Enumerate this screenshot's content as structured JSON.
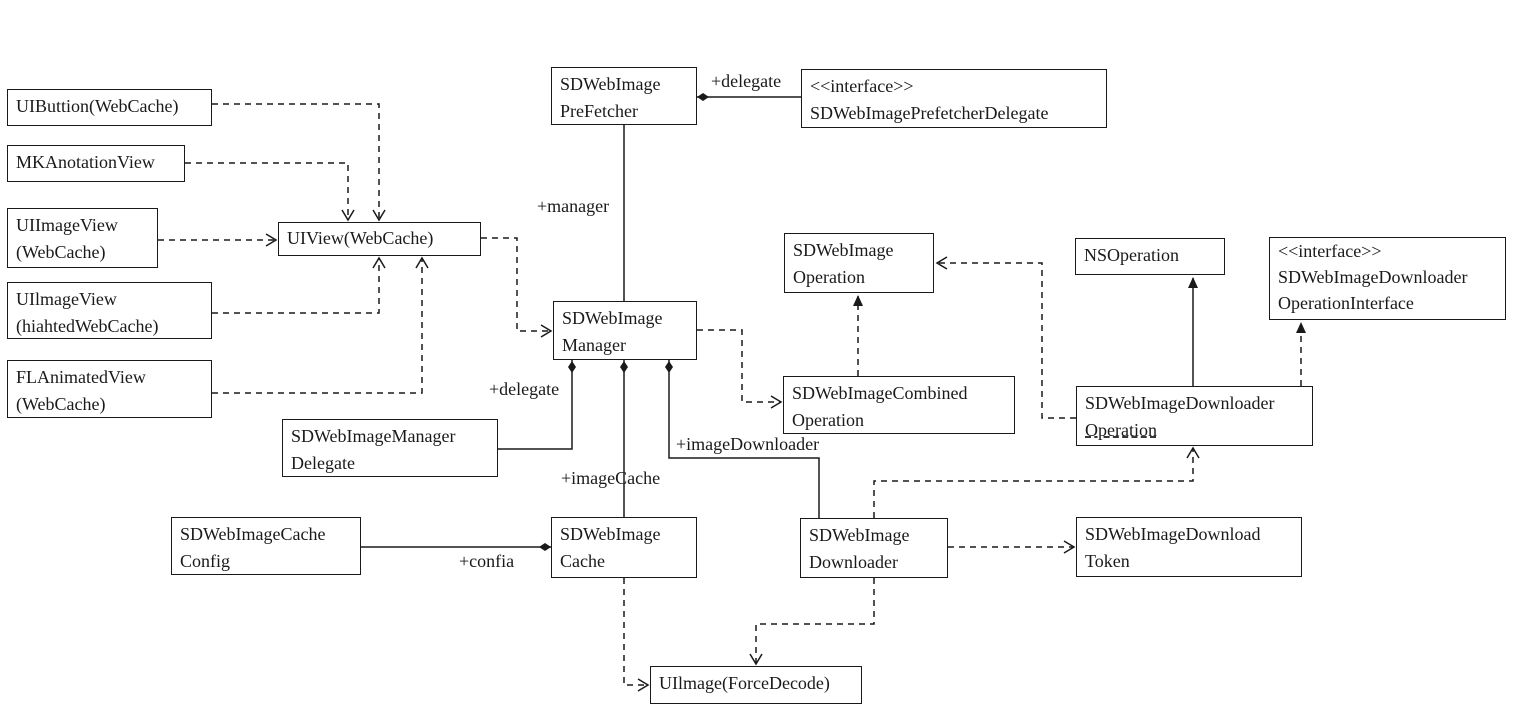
{
  "diagram": {
    "nodes": {
      "uibutton": [
        "UIButtion(WebCache)"
      ],
      "mkanot": [
        "MKAnotationView"
      ],
      "uiimageview": [
        "UIImageView",
        "(WebCache)"
      ],
      "uiimageview_h": [
        "UIlmageView",
        "(hiahtedWebCache)"
      ],
      "flanimated": [
        "FLAnimatedView",
        "(WebCache)"
      ],
      "uiview": [
        "UIView(WebCache)"
      ],
      "mgrdelegate": [
        "SDWebImageManager",
        "Delegate"
      ],
      "cacheconfig": [
        "SDWebImageCache",
        "Config"
      ],
      "prefetcher": [
        "SDWebImage",
        "PreFetcher"
      ],
      "prefetchdelegate": [
        "<<interface>>",
        "SDWebImagePrefetcherDelegate"
      ],
      "manager": [
        "SDWebImage",
        "Manager"
      ],
      "cache": [
        "SDWebImage",
        "Cache"
      ],
      "operation": [
        "SDWebImage",
        "Operation"
      ],
      "combined": [
        "SDWebImageCombined",
        "Operation"
      ],
      "downloader": [
        "SDWebImage",
        "Downloader"
      ],
      "uiimage": [
        "UIlmage(ForceDecode)"
      ],
      "nsoperation": [
        "NSOperation"
      ],
      "dlopinterface": [
        "<<interface>>",
        "SDWebImageDownloader",
        "OperationInterface"
      ],
      "dlop": [
        "SDWebImageDownloader",
        "Operation"
      ],
      "token": [
        "SDWebImageDownload",
        "Token"
      ]
    },
    "labels": {
      "delegate_top": "+delegate",
      "manager": "+manager",
      "delegate_mgr": "+delegate",
      "image_cache": "+imageCache",
      "image_downloader": "+imageDownloader",
      "config": "+confia"
    }
  }
}
